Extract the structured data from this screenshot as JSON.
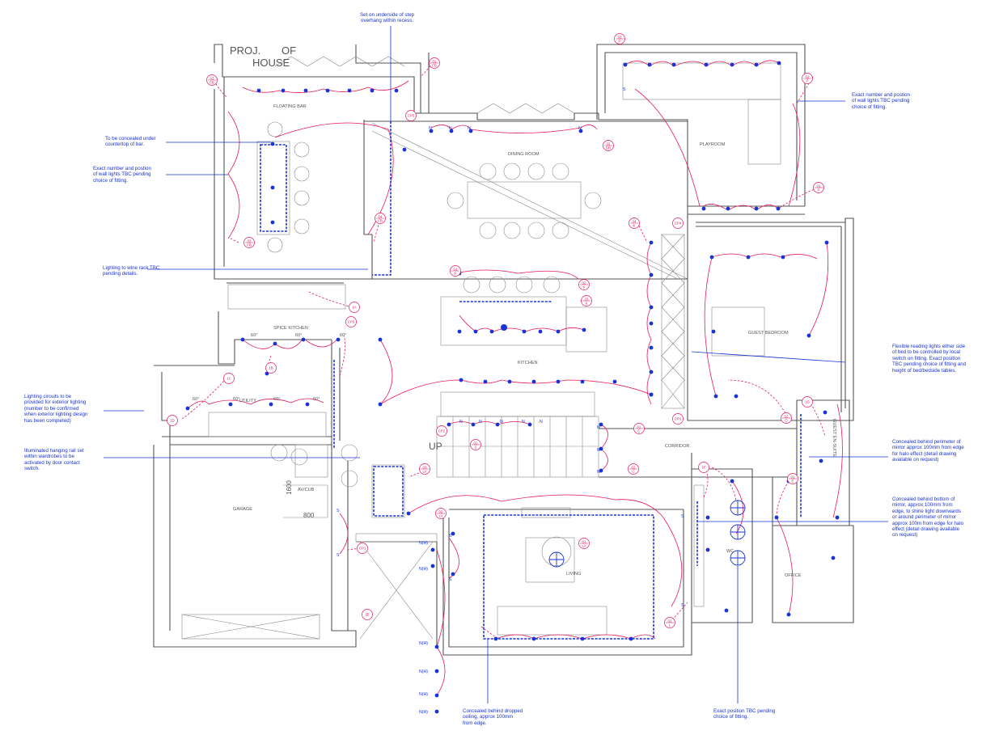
{
  "headings": {
    "proj": "PROJ.",
    "of": "OF",
    "house": "HOUSE",
    "up": "UP"
  },
  "rooms": {
    "floating_bar": "FLOATING BAR",
    "dining_room": "DINING ROOM",
    "playroom": "PLAYROOM",
    "kitchen": "KITCHEN",
    "spice_kitchen": "SPICE KITCHEN",
    "utility": "UTILITY",
    "guest_bedroom": "GUEST BEDROOM",
    "corridor": "CORRIDOR",
    "garage": "GARAGE",
    "av_cub": "AV/CUB",
    "guest_en_suite": "GUEST EN-SUITE",
    "office": "OFFICE",
    "wc": "WC",
    "living": "LIVING"
  },
  "dimensions": {
    "d800": "800",
    "d1600": "1600",
    "angle": "60°"
  },
  "switch_codes": {
    "n": "N",
    "s": "S",
    "m": "M",
    "nh": "N(H)"
  },
  "notes": {
    "step": "Set on underside of step\noverhang within recess.",
    "counter": "To be concealed under\ncountertop of bar.",
    "walllights_left": "Exact number and postion\nof wall lights TBC pending\nchoice of fitting.",
    "winerack": "Lighting to wine rack TBC\npending details.",
    "exterior": "Lighting circuits to be\nprovided for exterior lighting\n(number to be confirmed\nwhen exterior lighting design\nhas been completed)",
    "hanging_rail": "Illuminated hanging rail set\nwithin wardrobes to be\nactivated by door contact\nswitch.",
    "ceiling": "Concealed behind dropped\nceiling, approx 100mm\nfrom edge.",
    "exact_pos": "Exact position TBC pending\nchoice of fitting.",
    "walllights_right": "Exact number and postion\nof wall lights TBC pending\nchoice of fitting.",
    "reading": "Flexible reading lights either side\nof bed to be controlled by local\nswitch on fitting.  Exact position\nTBC pending choice of fitting and\nheight of bed/bedside tables.",
    "mirror_perimeter": "Concealed behind perimeter of\nmirror approx 100mm from edge\nfor halo effect (detail drawing\navailable on request)",
    "mirror_bottom": "Concealed behind bottom of\nmirror, approx 100mm from\nedge, to shine light downwards\nor around perimeter of mirror\napprox 100m from edge for halo\neffect (detail drawing available\non request)"
  },
  "circuit_tags": [
    {
      "top": "03",
      "bot": "FB"
    },
    {
      "top": "01",
      "bot": "FB"
    },
    {
      "top": "CP5",
      "bot": ""
    },
    {
      "top": "03",
      "bot": "FB"
    },
    {
      "top": "04",
      "bot": "FB"
    },
    {
      "top": "02",
      "bot": "DR"
    },
    {
      "top": "03",
      "bot": "P"
    },
    {
      "top": "02",
      "bot": "P"
    },
    {
      "top": "01",
      "bot": "P"
    },
    {
      "top": "01",
      "bot": "K"
    },
    {
      "top": "02",
      "bot": "K"
    },
    {
      "top": "03",
      "bot": "K"
    },
    {
      "top": "04",
      "bot": "K"
    },
    {
      "top": "CP4",
      "bot": ""
    },
    {
      "top": "1A",
      "bot": ""
    },
    {
      "top": "CP6",
      "bot": ""
    },
    {
      "top": "1B",
      "bot": ""
    },
    {
      "top": "1C",
      "bot": ""
    },
    {
      "top": "1D",
      "bot": ""
    },
    {
      "top": "CP3",
      "bot": ""
    },
    {
      "top": "CP2",
      "bot": ""
    },
    {
      "top": "02",
      "bot": "S"
    },
    {
      "top": "01",
      "bot": "C"
    },
    {
      "top": "02",
      "bot": "C"
    },
    {
      "top": "03",
      "bot": "LV"
    },
    {
      "top": "02",
      "bot": "LV"
    },
    {
      "top": "01",
      "bot": "LV"
    },
    {
      "top": "CP1",
      "bot": ""
    },
    {
      "top": "1E",
      "bot": ""
    },
    {
      "top": "1F",
      "bot": ""
    },
    {
      "top": "1G",
      "bot": ""
    },
    {
      "top": "02",
      "bot": "O"
    },
    {
      "top": "01",
      "bot": "E"
    },
    {
      "top": "02",
      "bot": "L"
    }
  ]
}
